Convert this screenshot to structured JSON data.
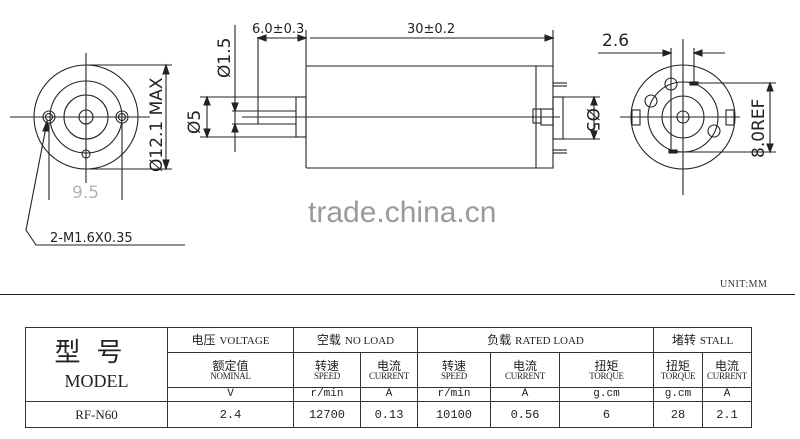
{
  "drawing": {
    "front_view": {
      "diameter_label": "Ø12.1 MAX",
      "pitch_label": "9.5",
      "thread_callout": "2-M1.6X0.35"
    },
    "side_view": {
      "shaft_diameter_label": "Ø1.5",
      "boss_diameter_label": "Ø5",
      "shaft_length_label": "6.0±0.3",
      "body_length_label": "30±0.2",
      "rear_boss_label": "Ø5"
    },
    "rear_view": {
      "offset_label": "2.6",
      "terminal_span_label": "8.0REF"
    },
    "watermark": "trade.china.cn"
  },
  "unit_label": "UNIT:MM",
  "table": {
    "model_header_cn": "型号",
    "model_header_en": "MODEL",
    "groups": [
      {
        "cn": "电压",
        "en": "VOLTAGE"
      },
      {
        "cn": "空载",
        "en": "NO LOAD"
      },
      {
        "cn": "负载",
        "en": "RATED LOAD"
      },
      {
        "cn": "堵转",
        "en": "STALL"
      }
    ],
    "columns": [
      {
        "cn": "额定值",
        "en": "NOMINAL",
        "unit": "V"
      },
      {
        "cn": "转速",
        "en": "SPEED",
        "unit": "r/min"
      },
      {
        "cn": "电流",
        "en": "CURRENT",
        "unit": "A"
      },
      {
        "cn": "转速",
        "en": "SPEED",
        "unit": "r/min"
      },
      {
        "cn": "电流",
        "en": "CURRENT",
        "unit": "A"
      },
      {
        "cn": "扭矩",
        "en": "TORQUE",
        "unit": "g.cm"
      },
      {
        "cn": "扭矩",
        "en": "TORQUE",
        "unit": "g.cm"
      },
      {
        "cn": "电流",
        "en": "CURRENT",
        "unit": "A"
      }
    ],
    "rows": [
      {
        "model": "RF-N60",
        "values": [
          "2.4",
          "12700",
          "0.13",
          "10100",
          "0.56",
          "6",
          "28",
          "2.1"
        ]
      }
    ]
  }
}
